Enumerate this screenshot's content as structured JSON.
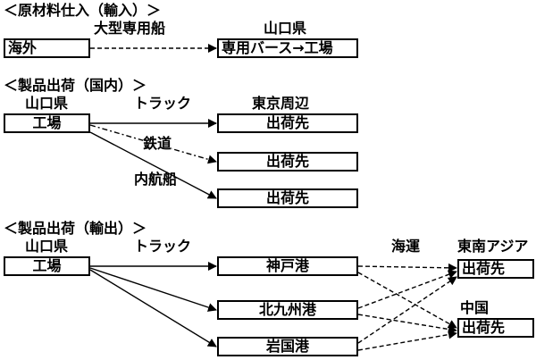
{
  "import": {
    "title": "＜原材料仕入（輸入）＞",
    "mode": "大型専用船",
    "dest_region": "山口県",
    "origin": "海外",
    "dest": "専用バース→工場"
  },
  "domestic": {
    "title": "＜製品出荷（国内）＞",
    "origin_region": "山口県",
    "origin": "工場",
    "dest_region": "東京周辺",
    "modes": [
      "トラック",
      "鉄道",
      "内航船"
    ],
    "dests": [
      "出荷先",
      "出荷先",
      "出荷先"
    ]
  },
  "export": {
    "title": "＜製品出荷（輸出）＞",
    "origin_region": "山口県",
    "origin": "工場",
    "truck": "トラック",
    "sea": "海運",
    "ports": [
      "神戸港",
      "北九州港",
      "岩国港"
    ],
    "dest_regions": [
      "東南アジア",
      "中国"
    ],
    "dests": [
      "出荷先",
      "出荷先"
    ]
  }
}
